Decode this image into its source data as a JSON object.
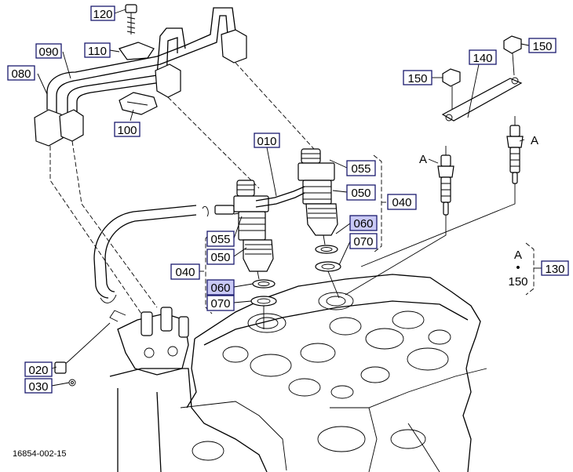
{
  "diagram": {
    "footer_code": "16854-002-15",
    "labels": {
      "l120": "120",
      "l090": "090",
      "l110": "110",
      "l080": "080",
      "l100": "100",
      "l010": "010",
      "l055a": "055",
      "l050a": "050",
      "l040a": "040",
      "l060a": "060",
      "l070a": "070",
      "l055b": "055",
      "l050b": "050",
      "l040b": "040",
      "l060b": "060",
      "l070b": "070",
      "l020": "020",
      "l030": "030",
      "l140": "140",
      "l150a": "150",
      "l150b": "150",
      "l130": "130"
    },
    "legend_130": {
      "top": "A",
      "dot": "•",
      "bottom": "150"
    },
    "callouts": {
      "glow_left": "A",
      "glow_right": "A"
    },
    "colors": {
      "label_border": "#1a1a6e",
      "highlight": "#c9c9f5"
    }
  }
}
